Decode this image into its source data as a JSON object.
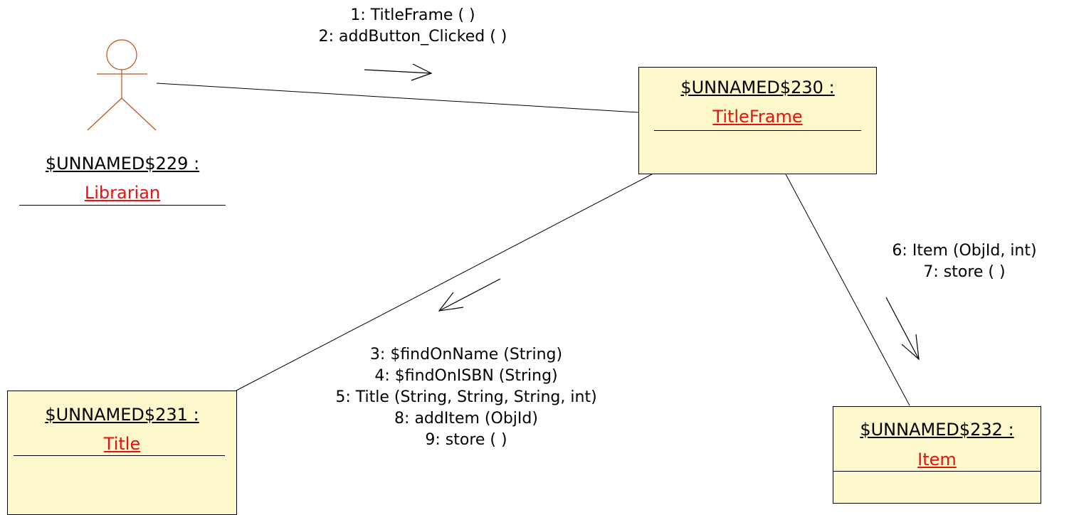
{
  "colors": {
    "object_fill": "#fdf8cb",
    "class_name": "#e81010",
    "actor_stroke": "#c0501c",
    "line": "#000000"
  },
  "actor": {
    "icon": "stick-figure-icon",
    "name": "$UNNAMED$229 :",
    "class_name": "Librarian"
  },
  "objects": {
    "title_frame": {
      "name": "$UNNAMED$230 :",
      "class_name": "TitleFrame"
    },
    "title": {
      "name": "$UNNAMED$231 :",
      "class_name": "Title"
    },
    "item": {
      "name": "$UNNAMED$232 :",
      "class_name": "Item"
    }
  },
  "messages": {
    "librarian_to_titleframe": [
      "1: TitleFrame ( )",
      "2: addButton_Clicked ( )"
    ],
    "titleframe_to_title": [
      "3: $findOnName (String)",
      "4: $findOnISBN (String)",
      "5: Title (String, String, String, int)",
      "8: addItem (ObjId)",
      "9: store ( )"
    ],
    "titleframe_to_item": [
      "6: Item (ObjId, int)",
      "7: store ( )"
    ]
  }
}
